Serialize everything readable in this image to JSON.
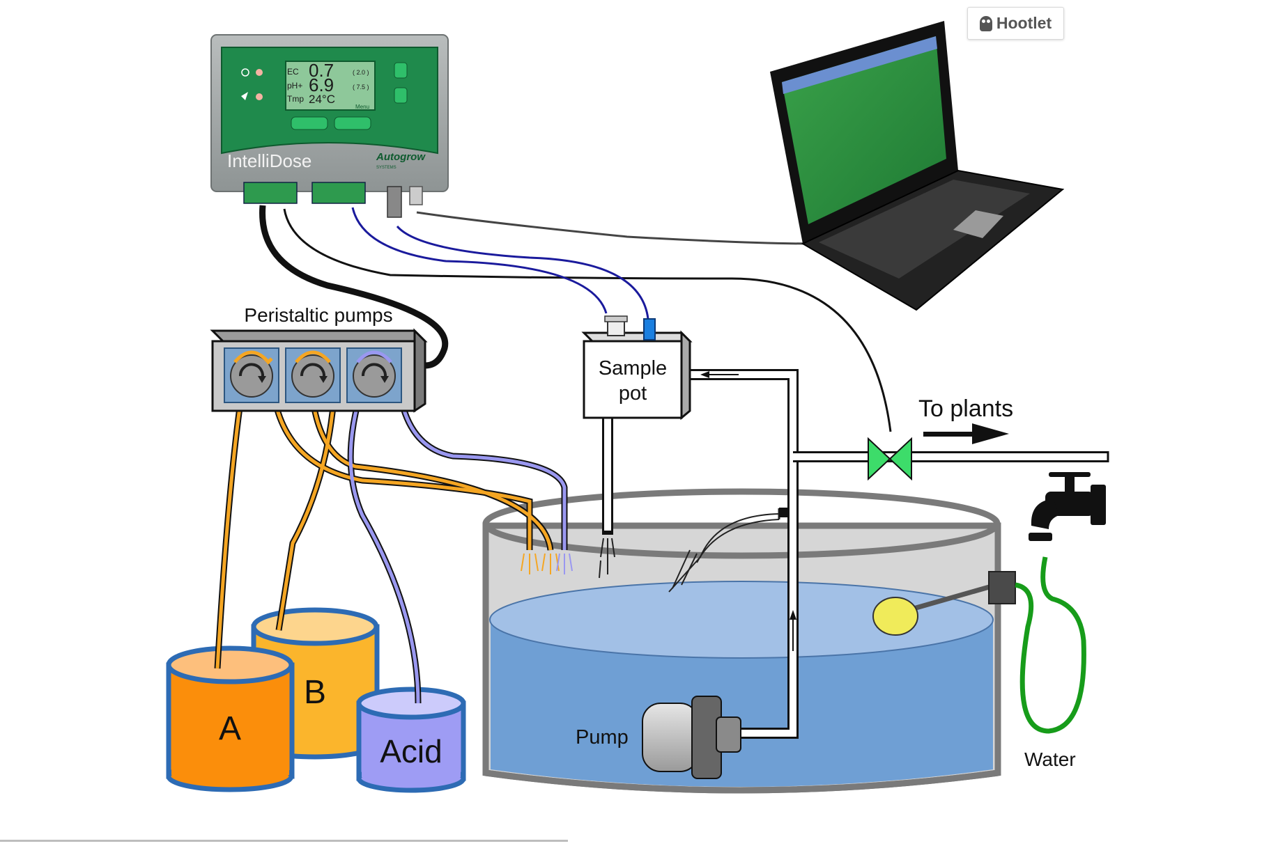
{
  "hootlet": {
    "label": "Hootlet"
  },
  "controller": {
    "brand": "IntelliDose",
    "logo": "Autogrow",
    "logo_sub": "SYSTEMS",
    "screen": {
      "rows": [
        {
          "label": "EC",
          "value": "0.7",
          "setpoint": "( 2.0 )"
        },
        {
          "label": "pH+",
          "value": "6.9",
          "setpoint": "( 7.5 )"
        },
        {
          "label": "Tmp",
          "value": "24°C",
          "setpoint": ""
        }
      ],
      "tag": "Menu"
    }
  },
  "labels": {
    "pumps": "Peristaltic pumps",
    "sample_line1": "Sample",
    "sample_line2": "pot",
    "to_plants": "To plants",
    "pump": "Pump",
    "water": "Water",
    "container_a": "A",
    "container_b": "B",
    "container_acid": "Acid"
  },
  "colors": {
    "controller_green": "#1f8a4c",
    "tube_orange": "#f5a623",
    "tube_purple": "#9a98f0",
    "cable_blue": "#1a1a9c",
    "water_blue": "#6f9fd4",
    "valve_green": "#3ddc6a",
    "hose_green": "#179c1a",
    "float_yellow": "#f0eb5a"
  }
}
